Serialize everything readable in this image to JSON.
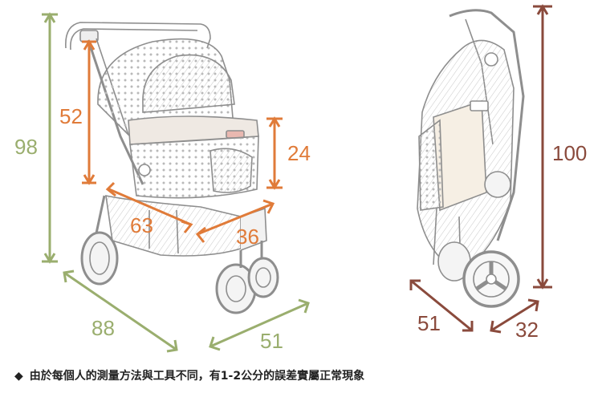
{
  "dimensions": {
    "front_height": "98",
    "handle_drop": "52",
    "window_height": "24",
    "cabin_length": "63",
    "cabin_width": "36",
    "base_length": "88",
    "base_width": "51",
    "folded_height": "100",
    "folded_length": "51",
    "folded_width": "32"
  },
  "note": {
    "bullet": "◆",
    "text": "由於每個人的測量方法與工具不同，有1-2公分的誤差實屬正常現象"
  },
  "colors": {
    "green": "#9aae6e",
    "orange": "#e07b39",
    "brown": "#8a4a3c",
    "sketch": "#9a9a9a"
  }
}
